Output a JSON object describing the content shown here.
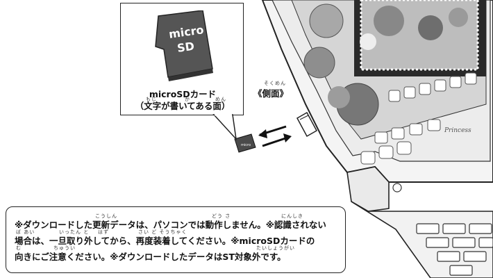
{
  "sd_card": {
    "card_label_line1": "micro",
    "card_label_line2": "SD"
  },
  "callout": {
    "title": "microSDカード",
    "subtitle": "（文字が書いてある面）",
    "ruby_moji": "もじ",
    "ruby_kaku": "か",
    "ruby_men": "めん"
  },
  "side_label": {
    "text": "《側面》",
    "ruby": "そくめん"
  },
  "tablet_screen_text": "Princess",
  "notice": {
    "line1": "※ダウンロードした更新データは、パソコンでは動作しません。※認識されない",
    "line2": "場合は、一旦取り外してから、再度装着してください。※microSDカードの",
    "line3": "向きにご注意ください。※ダウンロードしたデータはST対象外です。",
    "ruby_koushin": "こうしん",
    "ruby_dousa": "どう さ",
    "ruby_ninshiki": "にんしき",
    "ruby_baai": "ば あい",
    "ruby_ittan": "いったん  と",
    "ruby_hazu": "はず",
    "ruby_saido": "さい ど  そうちゃく",
    "ruby_mu": "む",
    "ruby_chuui": "ちゅうい",
    "ruby_taishou": "たいしょうがい"
  },
  "colors": {
    "line": "#222222",
    "sd_body": "#555555",
    "screen_bg": "#d9d9d9",
    "screen_dark": "#444444"
  }
}
